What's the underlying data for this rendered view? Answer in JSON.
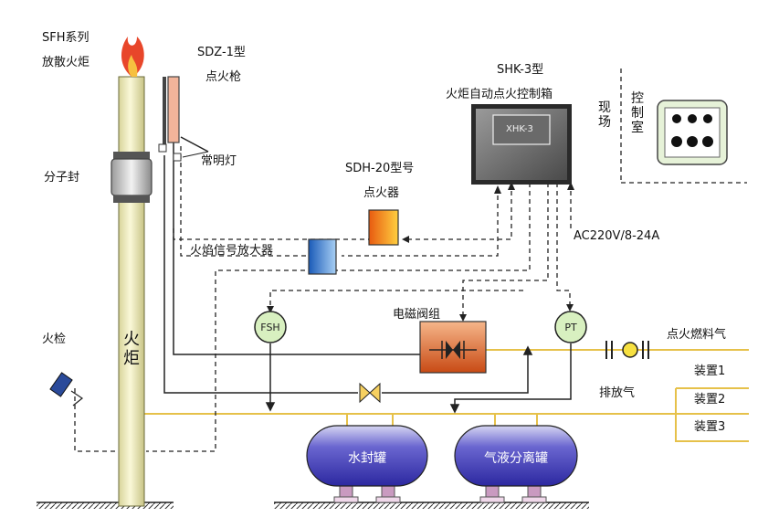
{
  "labels": {
    "flare_series": "SFH系列",
    "flare_torch": "放散火炬",
    "igniter_gun_model": "SDZ-1型",
    "igniter_gun": "点火枪",
    "pilot_lamp": "常明灯",
    "molecular_seal": "分子封",
    "igniter_model": "SDH-20型号",
    "igniter": "点火器",
    "flame_amp": "火焰信号放大器",
    "controller_model": "SHK-3型",
    "controller_name": "火炬自动点火控制箱",
    "controller_screen": "XHK-3",
    "field": "现场",
    "control_room": "控制室",
    "power": "AC220V/8-24A",
    "solenoid_group": "电磁阀组",
    "fsh": "FSH",
    "pt": "PT",
    "fuel_gas": "点火燃料气",
    "vent_gas": "排放气",
    "unit1": "装置1",
    "unit2": "装置2",
    "unit3": "装置3",
    "flame_detector": "火检",
    "torch_stack": "火炬",
    "water_seal_tank": "水封罐",
    "separator_tank": "气液分离罐"
  },
  "colors": {
    "flame": "#e8462a",
    "stack": "#f2eec0",
    "gas_line": "#e6c14a",
    "tank": "#4a46c0",
    "solenoid": "#e06a2c",
    "igniter": "#f0a020",
    "amplifier": "#3a8ad6",
    "gauge": "#d8f0c0",
    "controller": "#6a6a6a"
  },
  "icons": [
    "flame-icon",
    "valve-icon",
    "flame-detector-icon",
    "ground-icon"
  ]
}
